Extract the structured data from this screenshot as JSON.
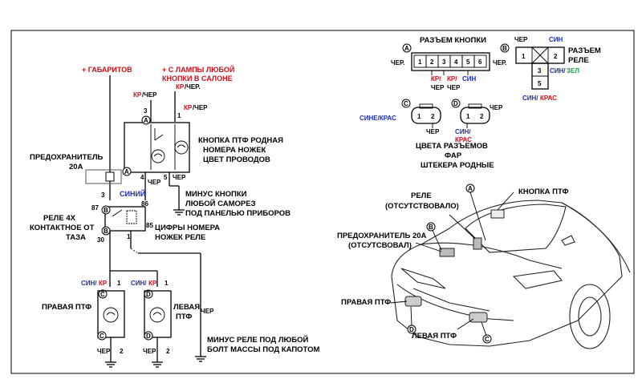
{
  "left_schematic": {
    "gabarit_label": "+ ГАБАРИТОВ",
    "lamp_label_line1": "+ С ЛАМПЫ ЛЮБОЙ",
    "lamp_label_line2": "КНОПКИ В САЛОНЕ",
    "lamp_wire_kr": "КР",
    "lamp_wire_cher": "/ЧЕР.",
    "top_wire_kr": "КР",
    "top_wire_cher": "/ЧЕР",
    "right_wire_kr": "КР",
    "right_wire_cher": "/ЧЕР",
    "pin3": "3",
    "pin1": "1",
    "pin4": "4",
    "pin5": "5",
    "button_note_line1": "КНОПКА  ПТФ РОДНАЯ",
    "button_note_line2": "НОМЕРА НОЖЕК",
    "button_note_line3": "ЦВЕТ ПРОВОДОВ",
    "wire_cher_a": "ЧЕР",
    "wire_cher_b": "ЧЕР",
    "fuse_label_line1": "ПРЕДОХРАНИТЕЛЬ",
    "fuse_label_line2": "20А",
    "siniy": "СИНИЙ",
    "pin3_relay": "3",
    "pin86": "86",
    "pin87": "87",
    "pin85": "85",
    "pin30": "30",
    "pin1_relay": "1",
    "minus_button_line1": "МИНУС КНОПКИ",
    "minus_button_line2": "ЛЮБОЙ САМОРЕЗ",
    "minus_button_line3": "ПОД ПАНЕЛЬЮ ПРИБОРОВ",
    "relay_label_line1": "РЕЛЕ 4Х",
    "relay_label_line2": "КОНТАКТНОЕ ОТ",
    "relay_label_line3": "ТАЗА",
    "relay_digits_line1": "ЦИФРЫ НОМЕРА",
    "relay_digits_line2": "НОЖЕК РЕЛЕ",
    "sin_kr_right_sin": "СИН/",
    "sin_kr_right_kr": "КР",
    "sin_kr_left_sin": "СИН/",
    "sin_kr_left_kr": "КР",
    "fog_right_label": "ПРАВАЯ ПТФ",
    "fog_left_label_line1": "ЛЕВАЯ",
    "fog_left_label_line2": "ПТФ",
    "wire_cher_relay": "ЧЕР",
    "minus_relay_line1": "МИНУС РЕЛЕ ПОД ЛЮБОЙ",
    "minus_relay_line2": "БОЛТ МАССЫ ПОД КАПОТОМ",
    "fog_r_cher": "ЧЕР",
    "fog_r_pin2": "2",
    "fog_r_pin1": "1",
    "fog_l_cher": "ЧЕР",
    "fog_l_pin2": "2",
    "fog_l_pin1": "1",
    "letter_a": "A",
    "letter_b": "B",
    "letter_c": "C",
    "letter_d": "D"
  },
  "connectors": {
    "button_connector_title": "РАЗЪЕМ КНОПКИ",
    "button_pins": [
      "1",
      "2",
      "3",
      "4",
      "5",
      "6"
    ],
    "button_left_cher": "ЧЕР.",
    "button_right_cher": "ЧЕР.",
    "button_kr1": "КР/",
    "button_kr2": "КР/",
    "button_sin": "СИН",
    "button_cher1": "ЧЕР",
    "button_cher2": "ЧЕР",
    "relay_connector_title_line1": "РАЗЪЕМ",
    "relay_connector_title_line2": "РЕЛЕ",
    "relay_cher": "ЧЕР",
    "relay_sin": "СИН",
    "relay_pins": [
      "1",
      "2",
      "3",
      "5"
    ],
    "relay_sin_zel_sin": "СИН/",
    "relay_sin_zel_zel": "ЗЕЛ",
    "relay_sin_kras_sin": "СИН/",
    "relay_sin_kras_kras": "КРАС",
    "fog_c_label": "СИНЕ/КРАС",
    "fog_c_cher": "ЧЕР",
    "fog_c_pins": [
      "1",
      "2"
    ],
    "fog_d_cher": "ЧЕР",
    "fog_d_sin": "СИН/",
    "fog_d_kras": "КРАС",
    "fog_d_pins": [
      "1",
      "2"
    ],
    "colors_note_line1": "ЦВЕТА РАЗЪЕМОВ",
    "colors_note_line2": "ФАР",
    "colors_note_line3": "ШТЕКЕРА РОДНЫЕ"
  },
  "car": {
    "button_label": "КНОПКА ПТФ",
    "relay_label_line1": "РЕЛЕ",
    "relay_label_line2": "(ОТСУТСТВОВАЛО)",
    "fuse_label_line1": "ПРЕДОХРАНИТЕЛЬ 20А",
    "fuse_label_line2": "(ОТСУТСВОВАЛ)",
    "right_fog": "ПРАВАЯ ПТФ",
    "left_fog": "ЛЕВАЯ ПТФ"
  }
}
